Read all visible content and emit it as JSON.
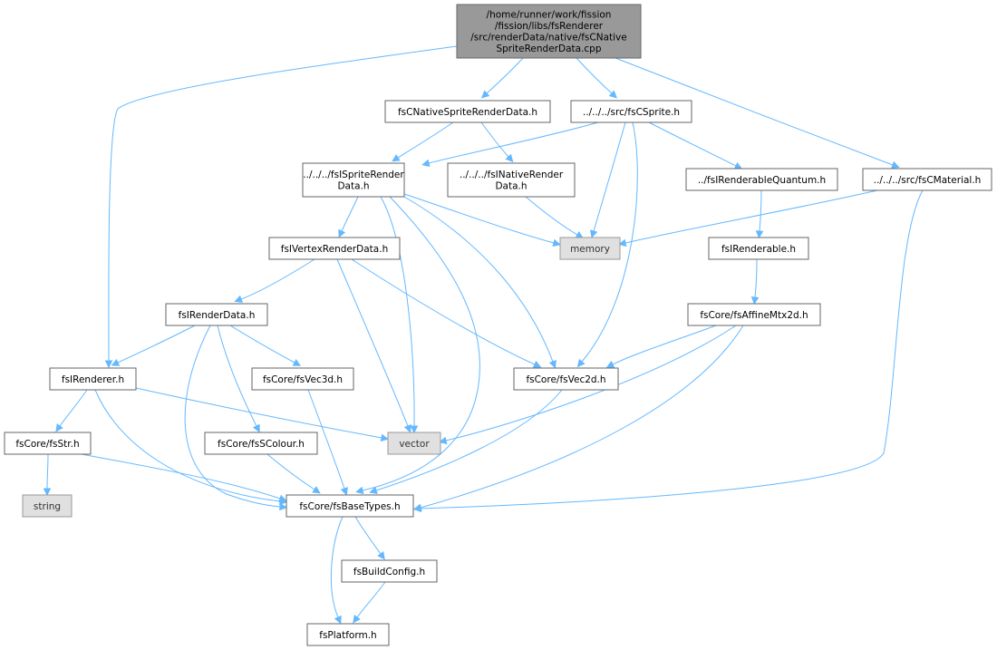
{
  "colors": {
    "edge": "#63b8ff",
    "root_fill": "#999999",
    "external_fill": "#e0e0e0",
    "node_border": "#666666"
  },
  "nodes": {
    "root": {
      "lines": [
        "/home/runner/work/fission",
        "/fission/libs/fsRenderer",
        "/src/renderData/native/fsCNative",
        "SpriteRenderData.cpp"
      ]
    },
    "native_sprite_h": {
      "lines": [
        "fsCNativeSpriteRenderData.h"
      ]
    },
    "csprite_h": {
      "lines": [
        "../../../src/fsCSprite.h"
      ]
    },
    "cmaterial_h": {
      "lines": [
        "../../../src/fsCMaterial.h"
      ]
    },
    "isprite_h": {
      "lines": [
        "../../../fsISpriteRender",
        "Data.h"
      ]
    },
    "inative_h": {
      "lines": [
        "../../../fsINativeRender",
        "Data.h"
      ]
    },
    "quantum_h": {
      "lines": [
        "../fsIRenderableQuantum.h"
      ]
    },
    "memory": {
      "lines": [
        "memory"
      ]
    },
    "vertex_h": {
      "lines": [
        "fsIVertexRenderData.h"
      ]
    },
    "renderable_h": {
      "lines": [
        "fsIRenderable.h"
      ]
    },
    "renderdata_h": {
      "lines": [
        "fsIRenderData.h"
      ]
    },
    "affine_h": {
      "lines": [
        "fsCore/fsAffineMtx2d.h"
      ]
    },
    "renderer_h": {
      "lines": [
        "fsIRenderer.h"
      ]
    },
    "vec3d_h": {
      "lines": [
        "fsCore/fsVec3d.h"
      ]
    },
    "vec2d_h": {
      "lines": [
        "fsCore/fsVec2d.h"
      ]
    },
    "str_h": {
      "lines": [
        "fsCore/fsStr.h"
      ]
    },
    "colour_h": {
      "lines": [
        "fsCore/fsSColour.h"
      ]
    },
    "vector": {
      "lines": [
        "vector"
      ]
    },
    "string": {
      "lines": [
        "string"
      ]
    },
    "basetypes_h": {
      "lines": [
        "fsCore/fsBaseTypes.h"
      ]
    },
    "buildconfig_h": {
      "lines": [
        "fsBuildConfig.h"
      ]
    },
    "platform_h": {
      "lines": [
        "fsPlatform.h"
      ]
    }
  }
}
